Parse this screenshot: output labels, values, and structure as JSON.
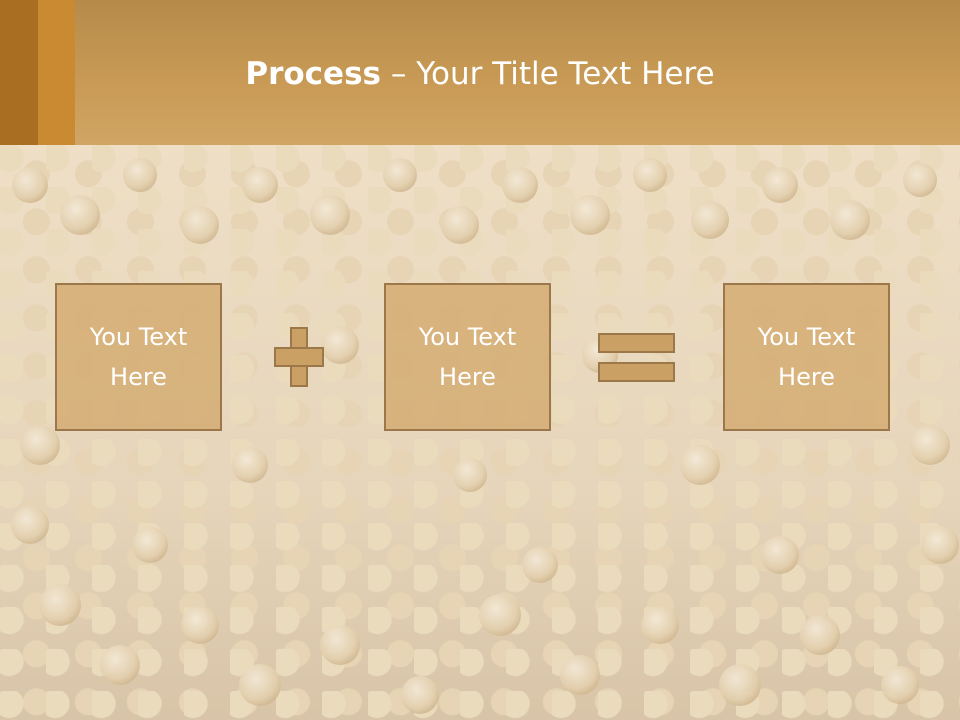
{
  "slide": {
    "title_bold": "Process",
    "title_rest": " – Your Title Text Here",
    "boxes": [
      {
        "text": "You Text\nHere"
      },
      {
        "text": "You Text\nHere"
      },
      {
        "text": "You Text\nHere"
      }
    ],
    "operators": [
      "plus-icon",
      "equals-icon"
    ]
  },
  "colors": {
    "header": "#c99b56",
    "accent_dark": "#a96e22",
    "accent_light": "#c98a31",
    "box_fill": "#d2a86c",
    "box_border": "#9c774a",
    "text": "#ffffff"
  }
}
